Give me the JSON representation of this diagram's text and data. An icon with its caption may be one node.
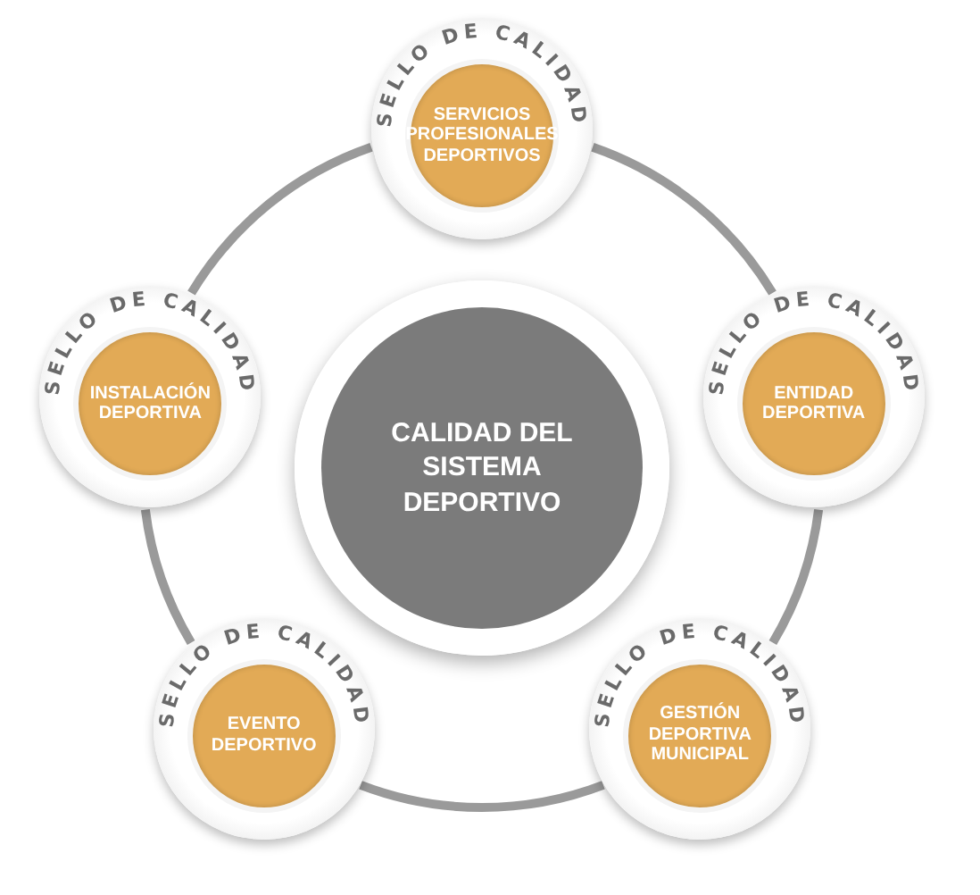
{
  "diagram": {
    "nodes": [
      {
        "text": [
          "SELLO DE CALIDAD",
          "SERVICIOS PROFESIONALES DEPORTIVOS"
        ]
      },
      {
        "text": [
          "SELLO DE CALIDAD",
          "INSTALACIÓN DEPORTIVA"
        ]
      },
      {
        "text": [
          "CALIDAD DEL SISTEMA DEPORTIVO"
        ]
      },
      {
        "text": [
          "SELLO DE CALIDAD",
          "ENTIDAD DEPORTIVA"
        ]
      },
      {
        "text": [
          "SELLO DE CALIDAD",
          "EVENTO DEPORTIVO"
        ]
      },
      {
        "text": [
          "SELLO DE CALIDAD",
          "GESTIÓN DEPORTIVA MUNICIPAL"
        ]
      }
    ],
    "edges": [
      {
        "from": 0,
        "to": 3,
        "arrow": "none"
      },
      {
        "from": 3,
        "to": 5,
        "arrow": "none"
      },
      {
        "from": 5,
        "to": 4,
        "arrow": "none"
      },
      {
        "from": 4,
        "to": 1,
        "arrow": "none"
      },
      {
        "from": 1,
        "to": 0,
        "arrow": "none"
      }
    ]
  }
}
